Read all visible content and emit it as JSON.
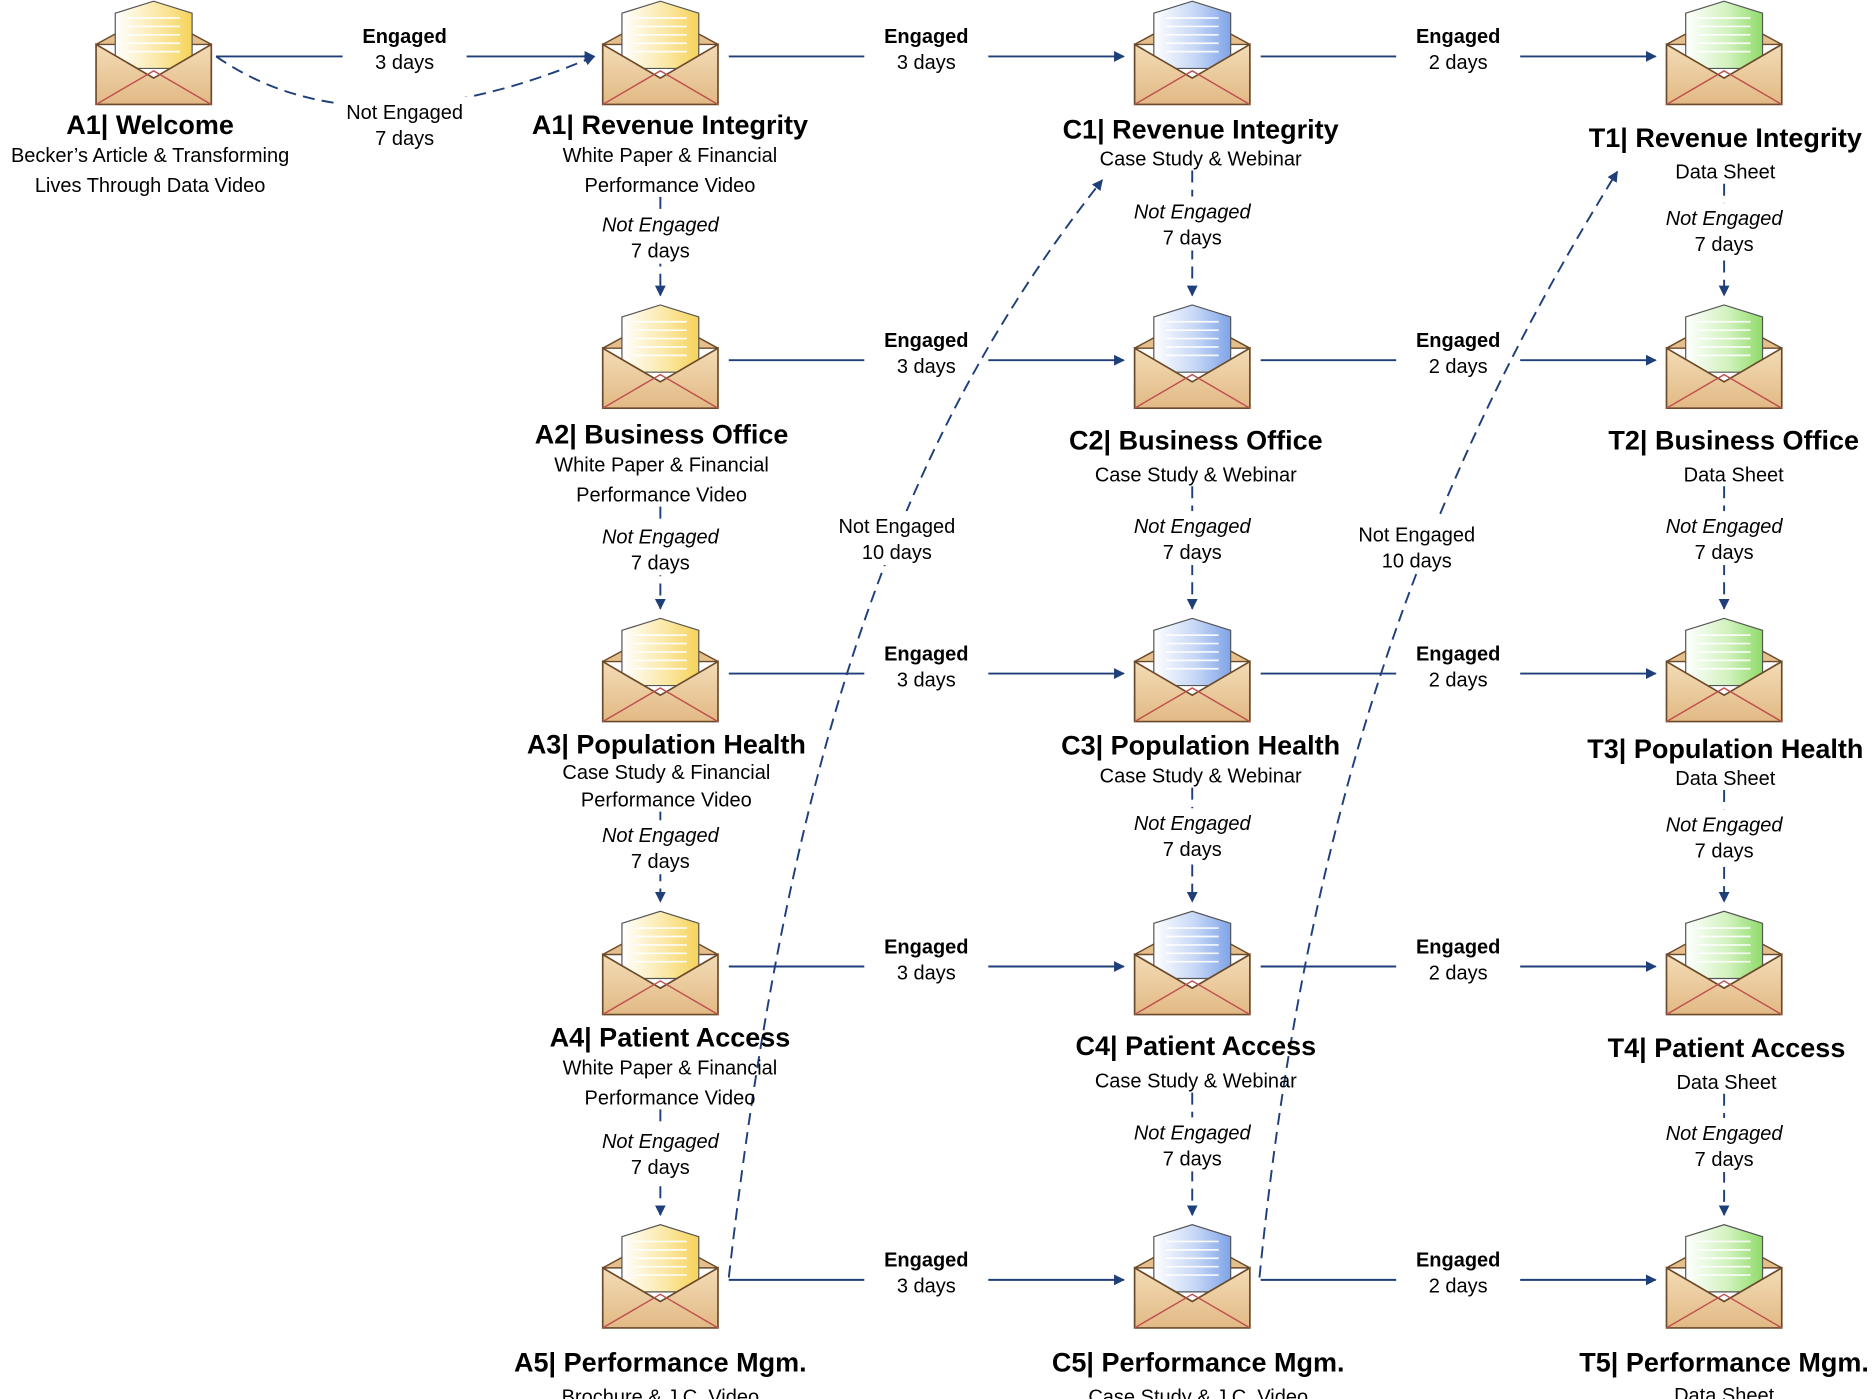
{
  "nodes": [
    {
      "id": "a1w",
      "title": "A1| Welcome",
      "lines": [
        "Becker’s Article & Transforming",
        "Lives Through Data Video"
      ],
      "color": "yellow"
    },
    {
      "id": "a1",
      "title": "A1| Revenue Integrity",
      "lines": [
        "White Paper & Financial",
        "Performance Video"
      ],
      "color": "yellow"
    },
    {
      "id": "a2",
      "title": "A2| Business Office",
      "lines": [
        "White Paper & Financial",
        "Performance Video"
      ],
      "color": "yellow"
    },
    {
      "id": "a3",
      "title": "A3| Population Health",
      "lines": [
        "Case Study & Financial",
        "Performance Video"
      ],
      "color": "yellow"
    },
    {
      "id": "a4",
      "title": "A4| Patient Access",
      "lines": [
        "White Paper & Financial",
        "Performance Video"
      ],
      "color": "yellow"
    },
    {
      "id": "a5",
      "title": "A5| Performance Mgm.",
      "lines": [
        "Brochure & J.C. Video"
      ],
      "color": "yellow"
    },
    {
      "id": "c1",
      "title": "C1| Revenue Integrity",
      "lines": [
        "Case Study & Webinar"
      ],
      "color": "blue"
    },
    {
      "id": "c2",
      "title": "C2| Business Office",
      "lines": [
        "Case Study & Webinar"
      ],
      "color": "blue"
    },
    {
      "id": "c3",
      "title": "C3| Population Health",
      "lines": [
        "Case Study & Webinar"
      ],
      "color": "blue"
    },
    {
      "id": "c4",
      "title": "C4| Patient Access",
      "lines": [
        "Case Study & Webinar"
      ],
      "color": "blue"
    },
    {
      "id": "c5",
      "title": "C5| Performance Mgm.",
      "lines": [
        "Case Study & J.C. Video"
      ],
      "color": "blue"
    },
    {
      "id": "t1",
      "title": "T1| Revenue Integrity",
      "lines": [
        "Data Sheet"
      ],
      "color": "green"
    },
    {
      "id": "t2",
      "title": "T2| Business Office",
      "lines": [
        "Data Sheet"
      ],
      "color": "green"
    },
    {
      "id": "t3",
      "title": "T3| Population Health",
      "lines": [
        "Data Sheet"
      ],
      "color": "green"
    },
    {
      "id": "t4",
      "title": "T4| Patient Access",
      "lines": [
        "Data Sheet"
      ],
      "color": "green"
    },
    {
      "id": "t5",
      "title": "T5| Performance Mgm.",
      "lines": [
        "Data Sheet"
      ],
      "color": "green"
    }
  ],
  "edges": [
    {
      "from": "a1w",
      "to": "a1",
      "status": "Engaged",
      "wait": "3 days",
      "style": "solid"
    },
    {
      "from": "a1w",
      "to": "a1",
      "status": "Not Engaged",
      "wait": "7 days",
      "style": "dashed"
    },
    {
      "from": "a1",
      "to": "c1",
      "status": "Engaged",
      "wait": "3 days",
      "style": "solid"
    },
    {
      "from": "c1",
      "to": "t1",
      "status": "Engaged",
      "wait": "2 days",
      "style": "solid"
    },
    {
      "from": "a2",
      "to": "c2",
      "status": "Engaged",
      "wait": "3 days",
      "style": "solid"
    },
    {
      "from": "c2",
      "to": "t2",
      "status": "Engaged",
      "wait": "2 days",
      "style": "solid"
    },
    {
      "from": "a3",
      "to": "c3",
      "status": "Engaged",
      "wait": "3 days",
      "style": "solid"
    },
    {
      "from": "c3",
      "to": "t3",
      "status": "Engaged",
      "wait": "2 days",
      "style": "solid"
    },
    {
      "from": "a4",
      "to": "c4",
      "status": "Engaged",
      "wait": "3 days",
      "style": "solid"
    },
    {
      "from": "c4",
      "to": "t4",
      "status": "Engaged",
      "wait": "2 days",
      "style": "solid"
    },
    {
      "from": "a5",
      "to": "c5",
      "status": "Engaged",
      "wait": "3 days",
      "style": "solid"
    },
    {
      "from": "c5",
      "to": "t5",
      "status": "Engaged",
      "wait": "2 days",
      "style": "solid"
    },
    {
      "from": "a1",
      "to": "a2",
      "status": "Not Engaged",
      "wait": "7 days",
      "style": "dashed"
    },
    {
      "from": "a2",
      "to": "a3",
      "status": "Not Engaged",
      "wait": "7 days",
      "style": "dashed"
    },
    {
      "from": "a3",
      "to": "a4",
      "status": "Not Engaged",
      "wait": "7 days",
      "style": "dashed"
    },
    {
      "from": "a4",
      "to": "a5",
      "status": "Not Engaged",
      "wait": "7 days",
      "style": "dashed"
    },
    {
      "from": "c1",
      "to": "c2",
      "status": "Not Engaged",
      "wait": "7 days",
      "style": "dashed"
    },
    {
      "from": "c2",
      "to": "c3",
      "status": "Not Engaged",
      "wait": "7 days",
      "style": "dashed"
    },
    {
      "from": "c3",
      "to": "c4",
      "status": "Not Engaged",
      "wait": "7 days",
      "style": "dashed"
    },
    {
      "from": "c4",
      "to": "c5",
      "status": "Not Engaged",
      "wait": "7 days",
      "style": "dashed"
    },
    {
      "from": "t1",
      "to": "t2",
      "status": "Not Engaged",
      "wait": "7 days",
      "style": "dashed"
    },
    {
      "from": "t2",
      "to": "t3",
      "status": "Not Engaged",
      "wait": "7 days",
      "style": "dashed"
    },
    {
      "from": "t3",
      "to": "t4",
      "status": "Not Engaged",
      "wait": "7 days",
      "style": "dashed"
    },
    {
      "from": "t4",
      "to": "t5",
      "status": "Not Engaged",
      "wait": "7 days",
      "style": "dashed"
    },
    {
      "from": "a5",
      "to": "c1",
      "status": "Not Engaged",
      "wait": "10 days",
      "style": "dashed"
    },
    {
      "from": "c5",
      "to": "t1",
      "status": "Not Engaged",
      "wait": "10 days",
      "style": "dashed"
    }
  ],
  "colors": {
    "arrow": "#1f3f7a",
    "envelope_body": "#e9c79b",
    "envelope_edge": "#6b4a2a",
    "envelope_flap_line": "#c0504d",
    "yellow": "#f6d35a",
    "blue": "#7fa4e8",
    "green": "#8fdc6a"
  }
}
